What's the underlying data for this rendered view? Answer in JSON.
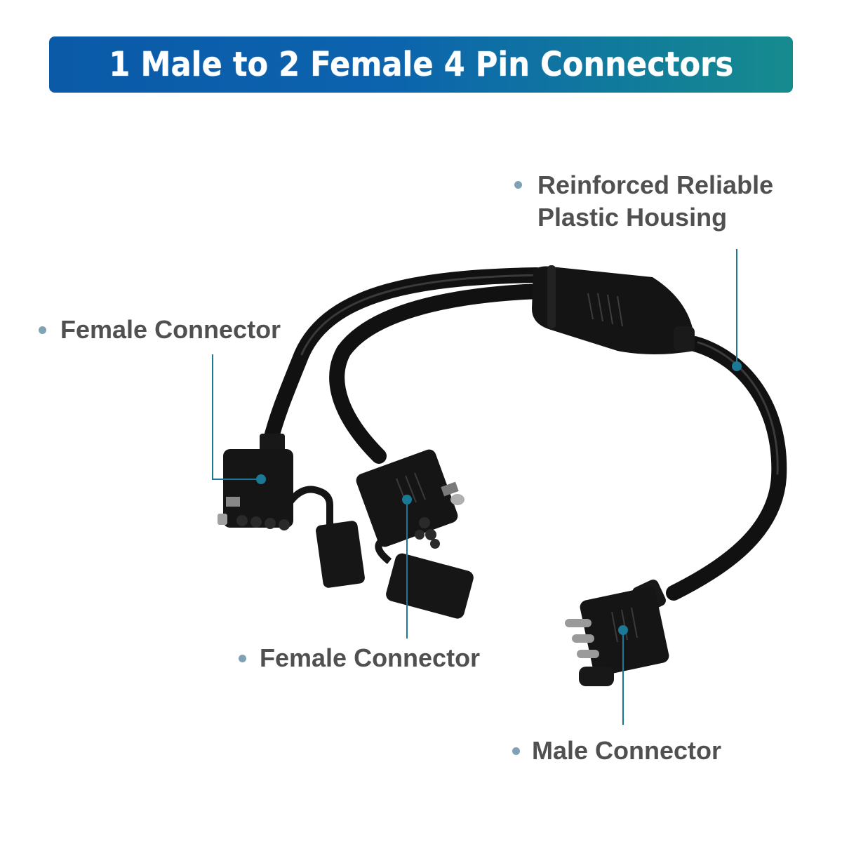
{
  "title": "1 Male to 2 Female 4 Pin Connectors",
  "callouts": {
    "housing": {
      "line1": "Reinforced Reliable",
      "line2": "Plastic Housing"
    },
    "female_left": "Female Connector",
    "female_center": "Female Connector",
    "male": "Male Connector"
  },
  "colors": {
    "banner_start": "#0a5aa8",
    "banner_end": "#168b8e",
    "leader_line": "#1a7a96",
    "text": "#505050",
    "bullet": "#7fa3b4",
    "cable": "#111111"
  }
}
